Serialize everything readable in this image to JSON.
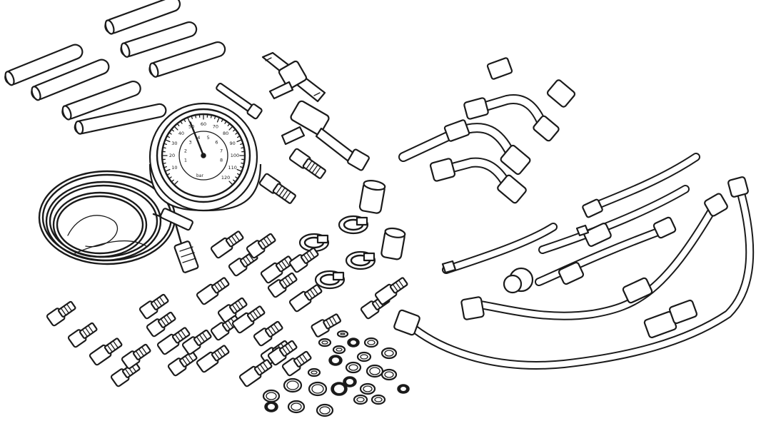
{
  "image": {
    "subject": "fuel injection pressure tester kit",
    "style": "black-and-white line art"
  },
  "gauge": {
    "outer_scale": [
      "10",
      "20",
      "30",
      "40",
      "50",
      "60",
      "70",
      "80",
      "90",
      "100",
      "110",
      "120"
    ],
    "inner_scale": [
      "1",
      "2",
      "3",
      "4",
      "5",
      "6",
      "7",
      "8"
    ],
    "unit_label": "bar",
    "needle_fraction": 0.42
  },
  "icons": {
    "tube": "tube-icon",
    "gauge": "pressure-gauge-icon",
    "coil": "coiled-hose-icon",
    "adapter": "adapter-fitting-icon",
    "clamp": "hose-clamp-icon",
    "washer": "washer-icon",
    "hose": "fuel-hose-icon",
    "elbow": "elbow-pipe-icon"
  },
  "colors": {
    "line": "#1a1a1a",
    "background": "#ffffff"
  }
}
